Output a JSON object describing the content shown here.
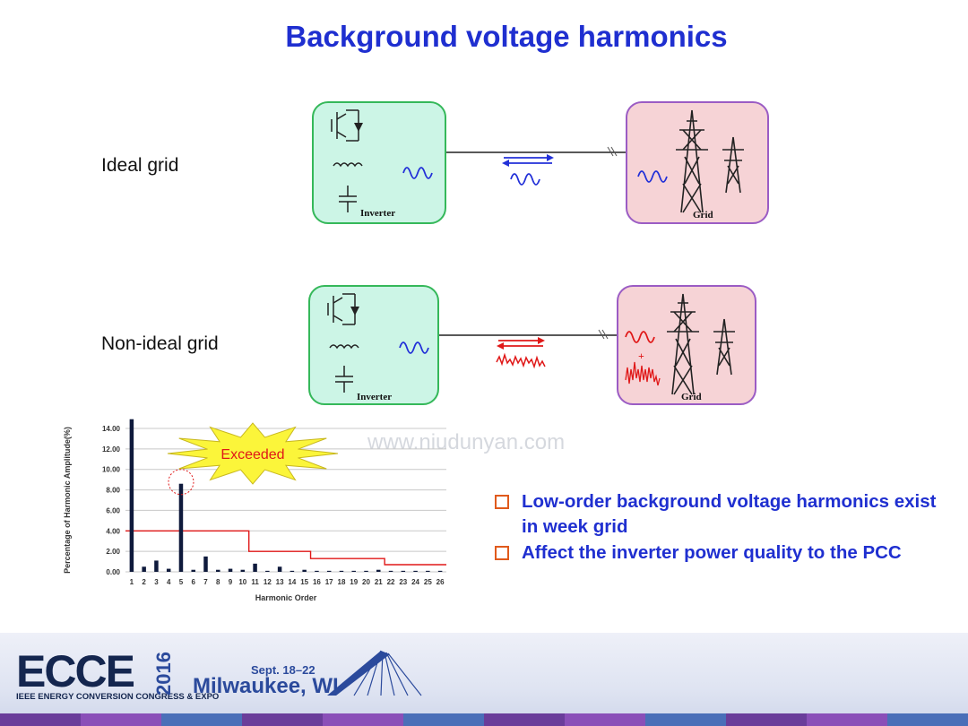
{
  "title": "Background voltage harmonics",
  "rows": {
    "ideal": {
      "label": "Ideal grid",
      "inverter_label": "Inverter",
      "grid_label": "Grid"
    },
    "non_ideal": {
      "label": "Non-ideal grid",
      "inverter_label": "Inverter",
      "grid_label": "Grid",
      "plus": "+"
    }
  },
  "chart_callout": "Exceeded",
  "chart_data": {
    "type": "bar",
    "xlabel": "Harmonic Order",
    "ylabel": "Percentage of Harmonic Amplitude(%)",
    "ylim": [
      0,
      14
    ],
    "yticks": [
      "0.00",
      "2.00",
      "4.00",
      "6.00",
      "8.00",
      "10.00",
      "12.00",
      "14.00"
    ],
    "categories": [
      "1",
      "2",
      "3",
      "4",
      "5",
      "6",
      "7",
      "8",
      "9",
      "10",
      "11",
      "12",
      "13",
      "14",
      "15",
      "16",
      "17",
      "18",
      "19",
      "20",
      "21",
      "22",
      "23",
      "24",
      "25",
      "26"
    ],
    "values": [
      14.9,
      0.5,
      1.1,
      0.3,
      8.6,
      0.2,
      1.5,
      0.2,
      0.3,
      0.2,
      0.8,
      0.1,
      0.5,
      0.1,
      0.2,
      0.1,
      0.1,
      0.1,
      0.1,
      0.1,
      0.2,
      0.1,
      0.1,
      0.1,
      0.1,
      0.1
    ],
    "limit_line": [
      4,
      4,
      4,
      4,
      4,
      4,
      4,
      4,
      4,
      4,
      2,
      2,
      2,
      2,
      2,
      1.3,
      1.3,
      1.3,
      1.3,
      1.3,
      1.3,
      0.7,
      0.7,
      0.7,
      0.7,
      0.7
    ],
    "grid": true
  },
  "bullets": [
    {
      "text": "Low-order background voltage harmonics exist in week grid"
    },
    {
      "text": "Affect the inverter power quality to the PCC"
    }
  ],
  "watermark": "www.niudunyan.com",
  "footer": {
    "logo": "ECCE",
    "year": "2016",
    "conference": "IEEE ENERGY CONVERSION CONGRESS & EXPO",
    "dates": "Sept. 18–22",
    "city": "Milwaukee, WI",
    "stripe_colors": [
      "#6a3d9a",
      "#8a4fb8",
      "#4a6fb8",
      "#6a3d9a",
      "#8a4fb8",
      "#4a6fb8",
      "#6a3d9a",
      "#8a4fb8",
      "#4a6fb8",
      "#6a3d9a",
      "#8a4fb8",
      "#4a6fb8"
    ]
  },
  "colors": {
    "title": "#1f2fd0",
    "ideal_wave": "#2230d8",
    "harmonic_wave": "#e01818",
    "bar": "#0f1a3c",
    "limit": "#e01818"
  }
}
